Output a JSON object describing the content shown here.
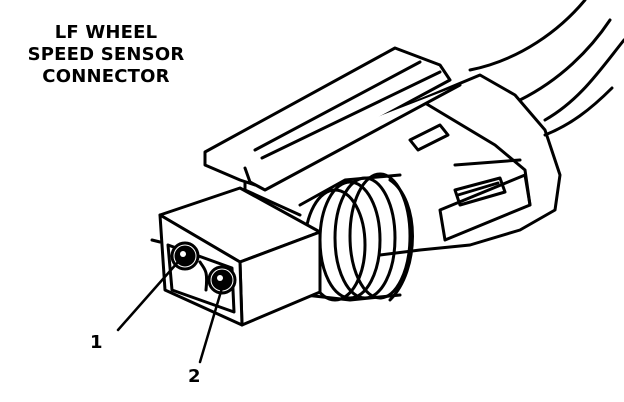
{
  "title": {
    "line1": "LF WHEEL",
    "line2": "SPEED SENSOR",
    "line3": "CONNECTOR"
  },
  "callouts": [
    {
      "label": "1"
    },
    {
      "label": "2"
    }
  ],
  "colors": {
    "ink": "#000000",
    "paper": "#ffffff"
  }
}
